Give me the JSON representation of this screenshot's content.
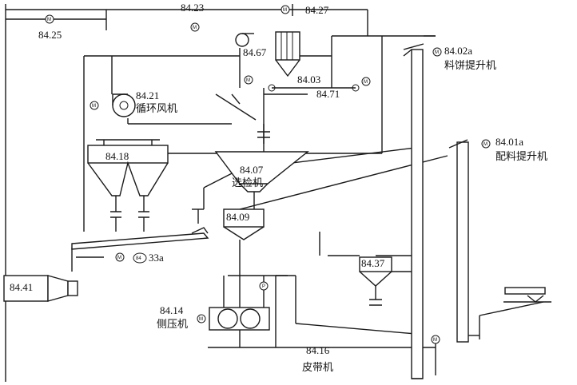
{
  "tags": {
    "t8423": "84.23",
    "t8427": "84.27",
    "t8425": "84.25",
    "t8467": "84.67",
    "t8402a": "84.02a",
    "t8402a_cn": "料饼提升机",
    "t8403": "84.03",
    "t8471": "84.71",
    "t8421": "84.21",
    "t8421_cn": "循环风机",
    "t8401a": "84.01a",
    "t8401a_cn": "配料提升机",
    "t8418": "84.18",
    "t8407": "84.07",
    "t8407_cn": "选检机",
    "t8409": "84.09",
    "t33a": "33a",
    "t8437": "84.37",
    "t8441": "84.41",
    "t8414": "84.14",
    "t8414_cn": "侧压机",
    "t8416": "84.16",
    "t8416_cn": "皮带机"
  },
  "small": {
    "motor": "M",
    "motor_p": "P",
    "tag_84_inline": "84"
  },
  "colors": {
    "line": "#1a1a1a",
    "background": "#ffffff"
  }
}
